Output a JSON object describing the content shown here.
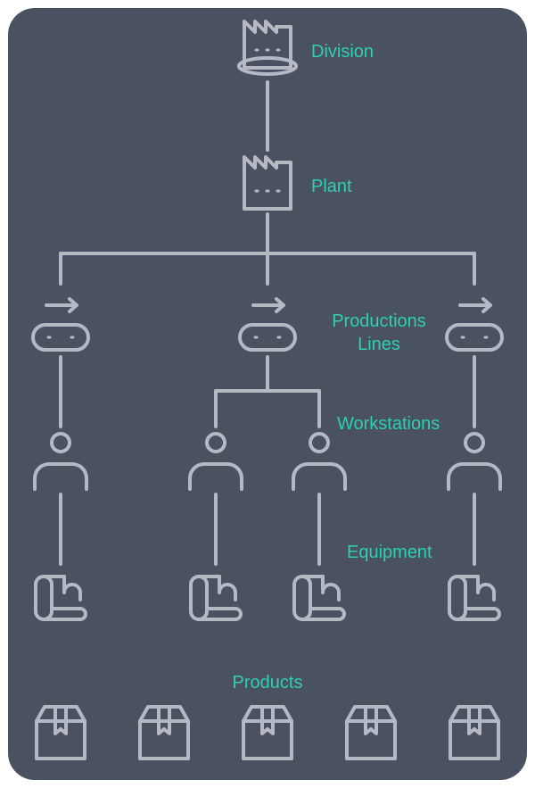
{
  "labels": {
    "division": "Division",
    "plant": "Plant",
    "production_lines": "Productions\nLines",
    "production_lines_1": "Productions",
    "production_lines_2": "Lines",
    "workstations": "Workstations",
    "equipment": "Equipment",
    "products": "Products"
  },
  "colors": {
    "background": "#4a5161",
    "stroke": "#b5b9c3",
    "label": "#2fcfb2"
  },
  "hierarchy": {
    "division": {
      "icon": "factory-icon"
    },
    "plant": {
      "icon": "factory-icon"
    },
    "production_lines": [
      {
        "icon": "conveyor-icon",
        "workstations": 1
      },
      {
        "icon": "conveyor-icon",
        "workstations": 2
      },
      {
        "icon": "conveyor-icon",
        "workstations": 1
      }
    ],
    "workstation_icon": "worker-icon",
    "equipment_icon": "machine-icon",
    "product_icon": "box-icon",
    "product_count": 5
  }
}
